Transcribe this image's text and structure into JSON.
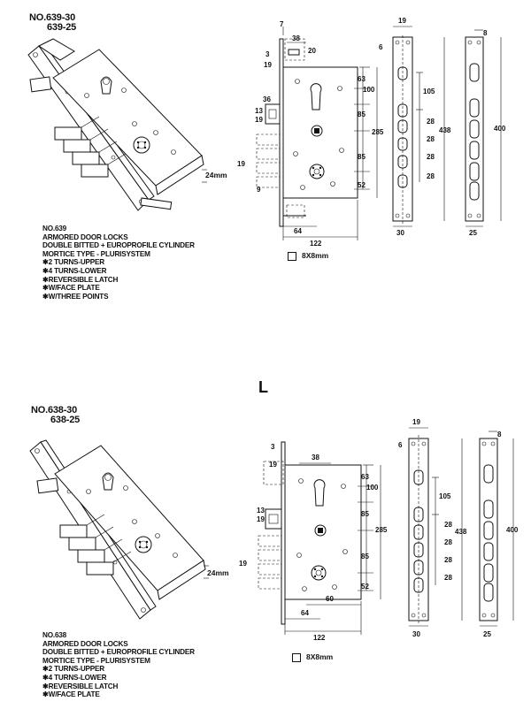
{
  "top": {
    "model_line1": "NO.639-30",
    "model_line2": "639-25",
    "specs": [
      "NO.639",
      "ARMORED DOOR LOCKS",
      "DOUBLE BITTED + EUROPROFILE CYLINDER",
      "MORTICE TYPE - PLURISYSTEM",
      "✱2 TURNS-UPPER",
      "✱4 TURNS-LOWER",
      "✱REVERSIBLE LATCH",
      "✱W/FACE PLATE",
      "✱W/THREE POINTS"
    ],
    "square_key": "8X8mm",
    "dims": {
      "d7": "7",
      "d38": "38",
      "d3": "3",
      "d20": "20",
      "d19a": "19",
      "d36": "36",
      "d13": "13",
      "d19b": "19",
      "d19c": "19",
      "d9": "9",
      "d63": "63",
      "d100": "100",
      "d85a": "85",
      "d285": "285",
      "d85b": "85",
      "d52": "52",
      "d64": "64",
      "d122": "122",
      "d24": "24mm",
      "fp_19": "19",
      "fp_6": "6",
      "fp_105": "105",
      "fp_28a": "28",
      "fp_28b": "28",
      "fp_28c": "28",
      "fp_28d": "28",
      "fp_438": "438",
      "fp_30": "30",
      "sp_8": "8",
      "sp_400": "400",
      "sp_25": "25"
    }
  },
  "separator": "L",
  "bottom": {
    "model_line1": "NO.638-30",
    "model_line2": "638-25",
    "specs": [
      "NO.638",
      "ARMORED DOOR LOCKS",
      "DOUBLE BITTED + EUROPROFILE CYLINDER",
      "MORTICE TYPE - PLURISYSTEM",
      "✱2 TURNS-UPPER",
      "✱4 TURNS-LOWER",
      "✱REVERSIBLE LATCH",
      "✱W/FACE PLATE"
    ],
    "square_key": "8X8mm",
    "dims": {
      "d3": "3",
      "d38": "38",
      "d19a": "19",
      "d13": "13",
      "d19b": "19",
      "d19c": "19",
      "d63": "63",
      "d100": "100",
      "d85a": "85",
      "d285": "285",
      "d85b": "85",
      "d52": "52",
      "d64": "64",
      "d60": "60",
      "d122": "122",
      "d24": "24mm",
      "fp_19": "19",
      "fp_6": "6",
      "fp_105": "105",
      "fp_28a": "28",
      "fp_28b": "28",
      "fp_28c": "28",
      "fp_28d": "28",
      "fp_438": "438",
      "fp_30": "30",
      "sp_8": "8",
      "sp_400": "400",
      "sp_25": "25"
    }
  }
}
